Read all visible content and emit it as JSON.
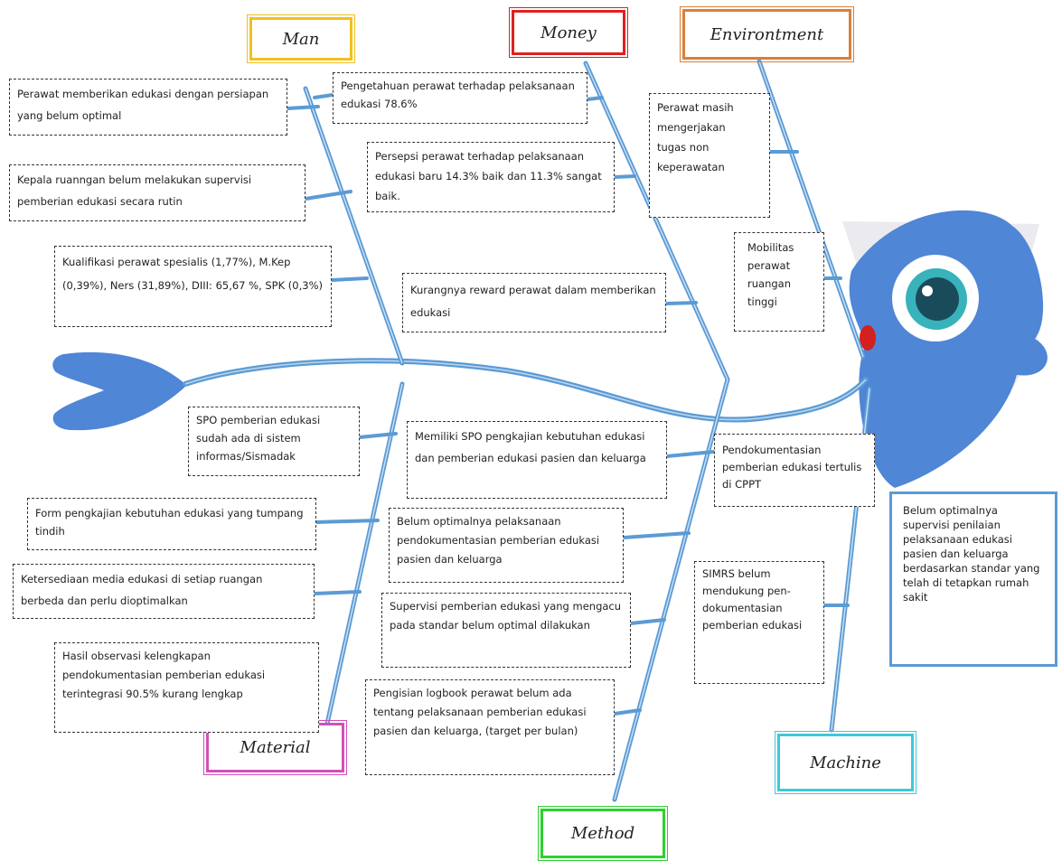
{
  "categories": {
    "man": "Man",
    "money": "Money",
    "environment": "Environtment",
    "material": "Material",
    "method": "Method",
    "machine": "Machine"
  },
  "causes": {
    "man": [
      "Perawat memberikan edukasi dengan persiapan yang belum optimal",
      "Kepala ruanngan belum melakukan supervisi pemberian edukasi secara rutin",
      "Kualifikasi perawat spesialis (1,77%), M.Kep (0,39%), Ners (31,89%), DIII: 65,67 %, SPK (0,3%)"
    ],
    "money": [
      "Pengetahuan perawat terhadap pelaksanaan edukasi 78.6%",
      "Persepsi perawat terhadap pelaksanaan edukasi baru 14.3% baik dan 11.3% sangat baik.",
      "Kurangnya reward perawat dalam memberikan edukasi"
    ],
    "environment": [
      "Perawat masih mengerjakan tugas non keperawatan",
      "Mobilitas perawat ruangan tinggi"
    ],
    "material": [
      "SPO pemberian edukasi sudah ada di sistem informas/Sismadak",
      "Form pengkajian kebutuhan edukasi yang tumpang tindih",
      "Ketersediaan media edukasi di setiap ruangan berbeda dan perlu dioptimalkan",
      "Hasil observasi kelengkapan pendokumentasian pemberian edukasi terintegrasi 90.5% kurang lengkap"
    ],
    "method": [
      "Memiliki SPO pengkajian kebutuhan edukasi dan pemberian edukasi pasien dan keluarga",
      "Belum optimalnya pelaksanaan pendokumentasian pemberian edukasi pasien dan keluarga",
      "Supervisi pemberian edukasi yang mengacu pada standar belum optimal dilakukan",
      "Pengisian logbook perawat belum ada tentang pelaksanaan pemberian edukasi pasien dan keluarga, (target per bulan)"
    ],
    "machine": [
      "Pendokumentasian pemberian edukasi tertulis di CPPT",
      "SIMRS belum mendukung pen-dokumentasian pemberian edukasi"
    ]
  },
  "problem": "Belum optimalnya supervisi penilaian pelaksanaan edukasi pasien dan keluarga berdasarkan standar yang telah di tetapkan rumah sakit",
  "colors": {
    "bone": "#5b9bd5",
    "fish": "#4f86d6",
    "man": "#f0c020",
    "money": "#e02020",
    "environment": "#d9803a",
    "material": "#d050b8",
    "method": "#30d030",
    "machine": "#40c8d8"
  }
}
